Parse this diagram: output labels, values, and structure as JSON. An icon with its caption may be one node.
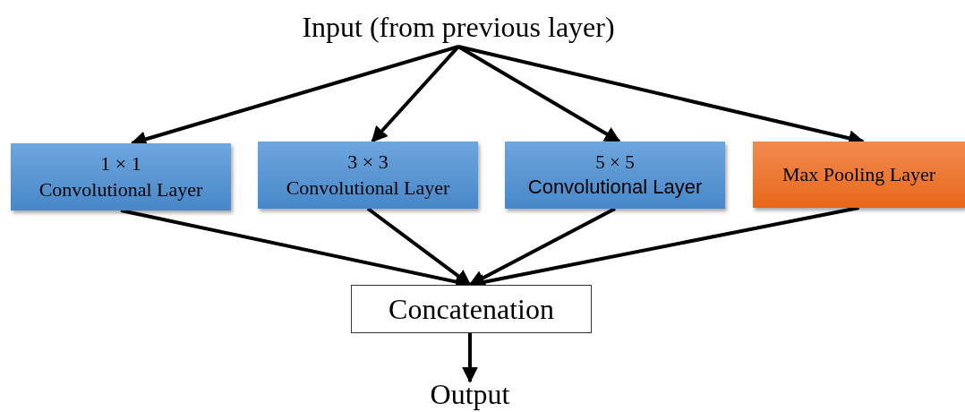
{
  "diagram": {
    "nodes": [
      {
        "text": [
          "Input (from previous layer)"
        ]
      },
      {
        "text": [
          "1 × 1",
          "Convolutional Layer"
        ]
      },
      {
        "text": [
          "3 × 3",
          "Convolutional Layer"
        ]
      },
      {
        "text": [
          "5 × 5",
          "Convolutional Layer"
        ]
      },
      {
        "text": [
          "Max Pooling Layer"
        ]
      },
      {
        "text": [
          "Concatenation"
        ]
      },
      {
        "text": [
          "Output"
        ]
      }
    ],
    "edges": [
      {
        "from": 0,
        "to": 1,
        "arrow": "to"
      },
      {
        "from": 0,
        "to": 2,
        "arrow": "to"
      },
      {
        "from": 0,
        "to": 3,
        "arrow": "to"
      },
      {
        "from": 0,
        "to": 4,
        "arrow": "to"
      },
      {
        "from": 1,
        "to": 5,
        "arrow": "to"
      },
      {
        "from": 2,
        "to": 5,
        "arrow": "to"
      },
      {
        "from": 3,
        "to": 5,
        "arrow": "to"
      },
      {
        "from": 4,
        "to": 5,
        "arrow": "to"
      },
      {
        "from": 5,
        "to": 6,
        "arrow": "to"
      }
    ]
  }
}
